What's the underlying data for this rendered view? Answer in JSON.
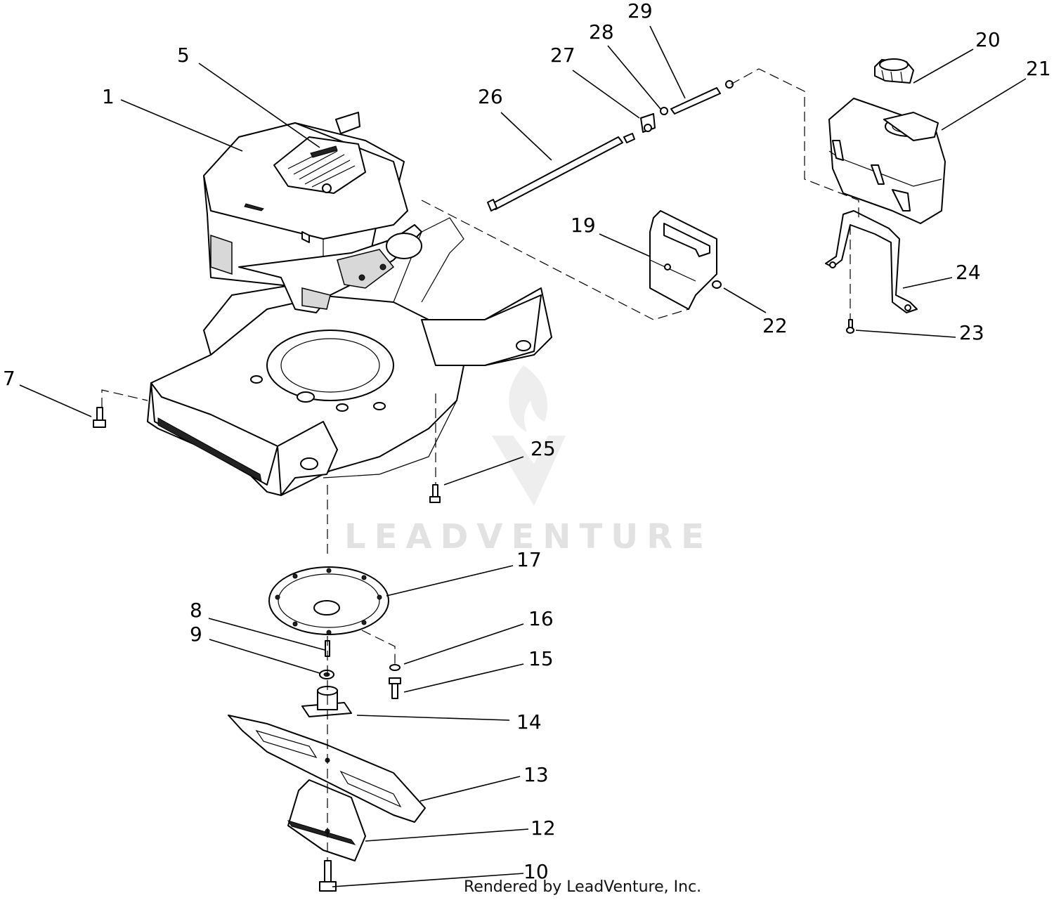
{
  "watermark": "LEADVENTURE",
  "credit": "Rendered by LeadVenture, Inc.",
  "callouts": [
    "1",
    "5",
    "7",
    "8",
    "9",
    "10",
    "12",
    "13",
    "14",
    "15",
    "16",
    "17",
    "19",
    "20",
    "21",
    "22",
    "23",
    "24",
    "25",
    "26",
    "27",
    "28",
    "29"
  ]
}
